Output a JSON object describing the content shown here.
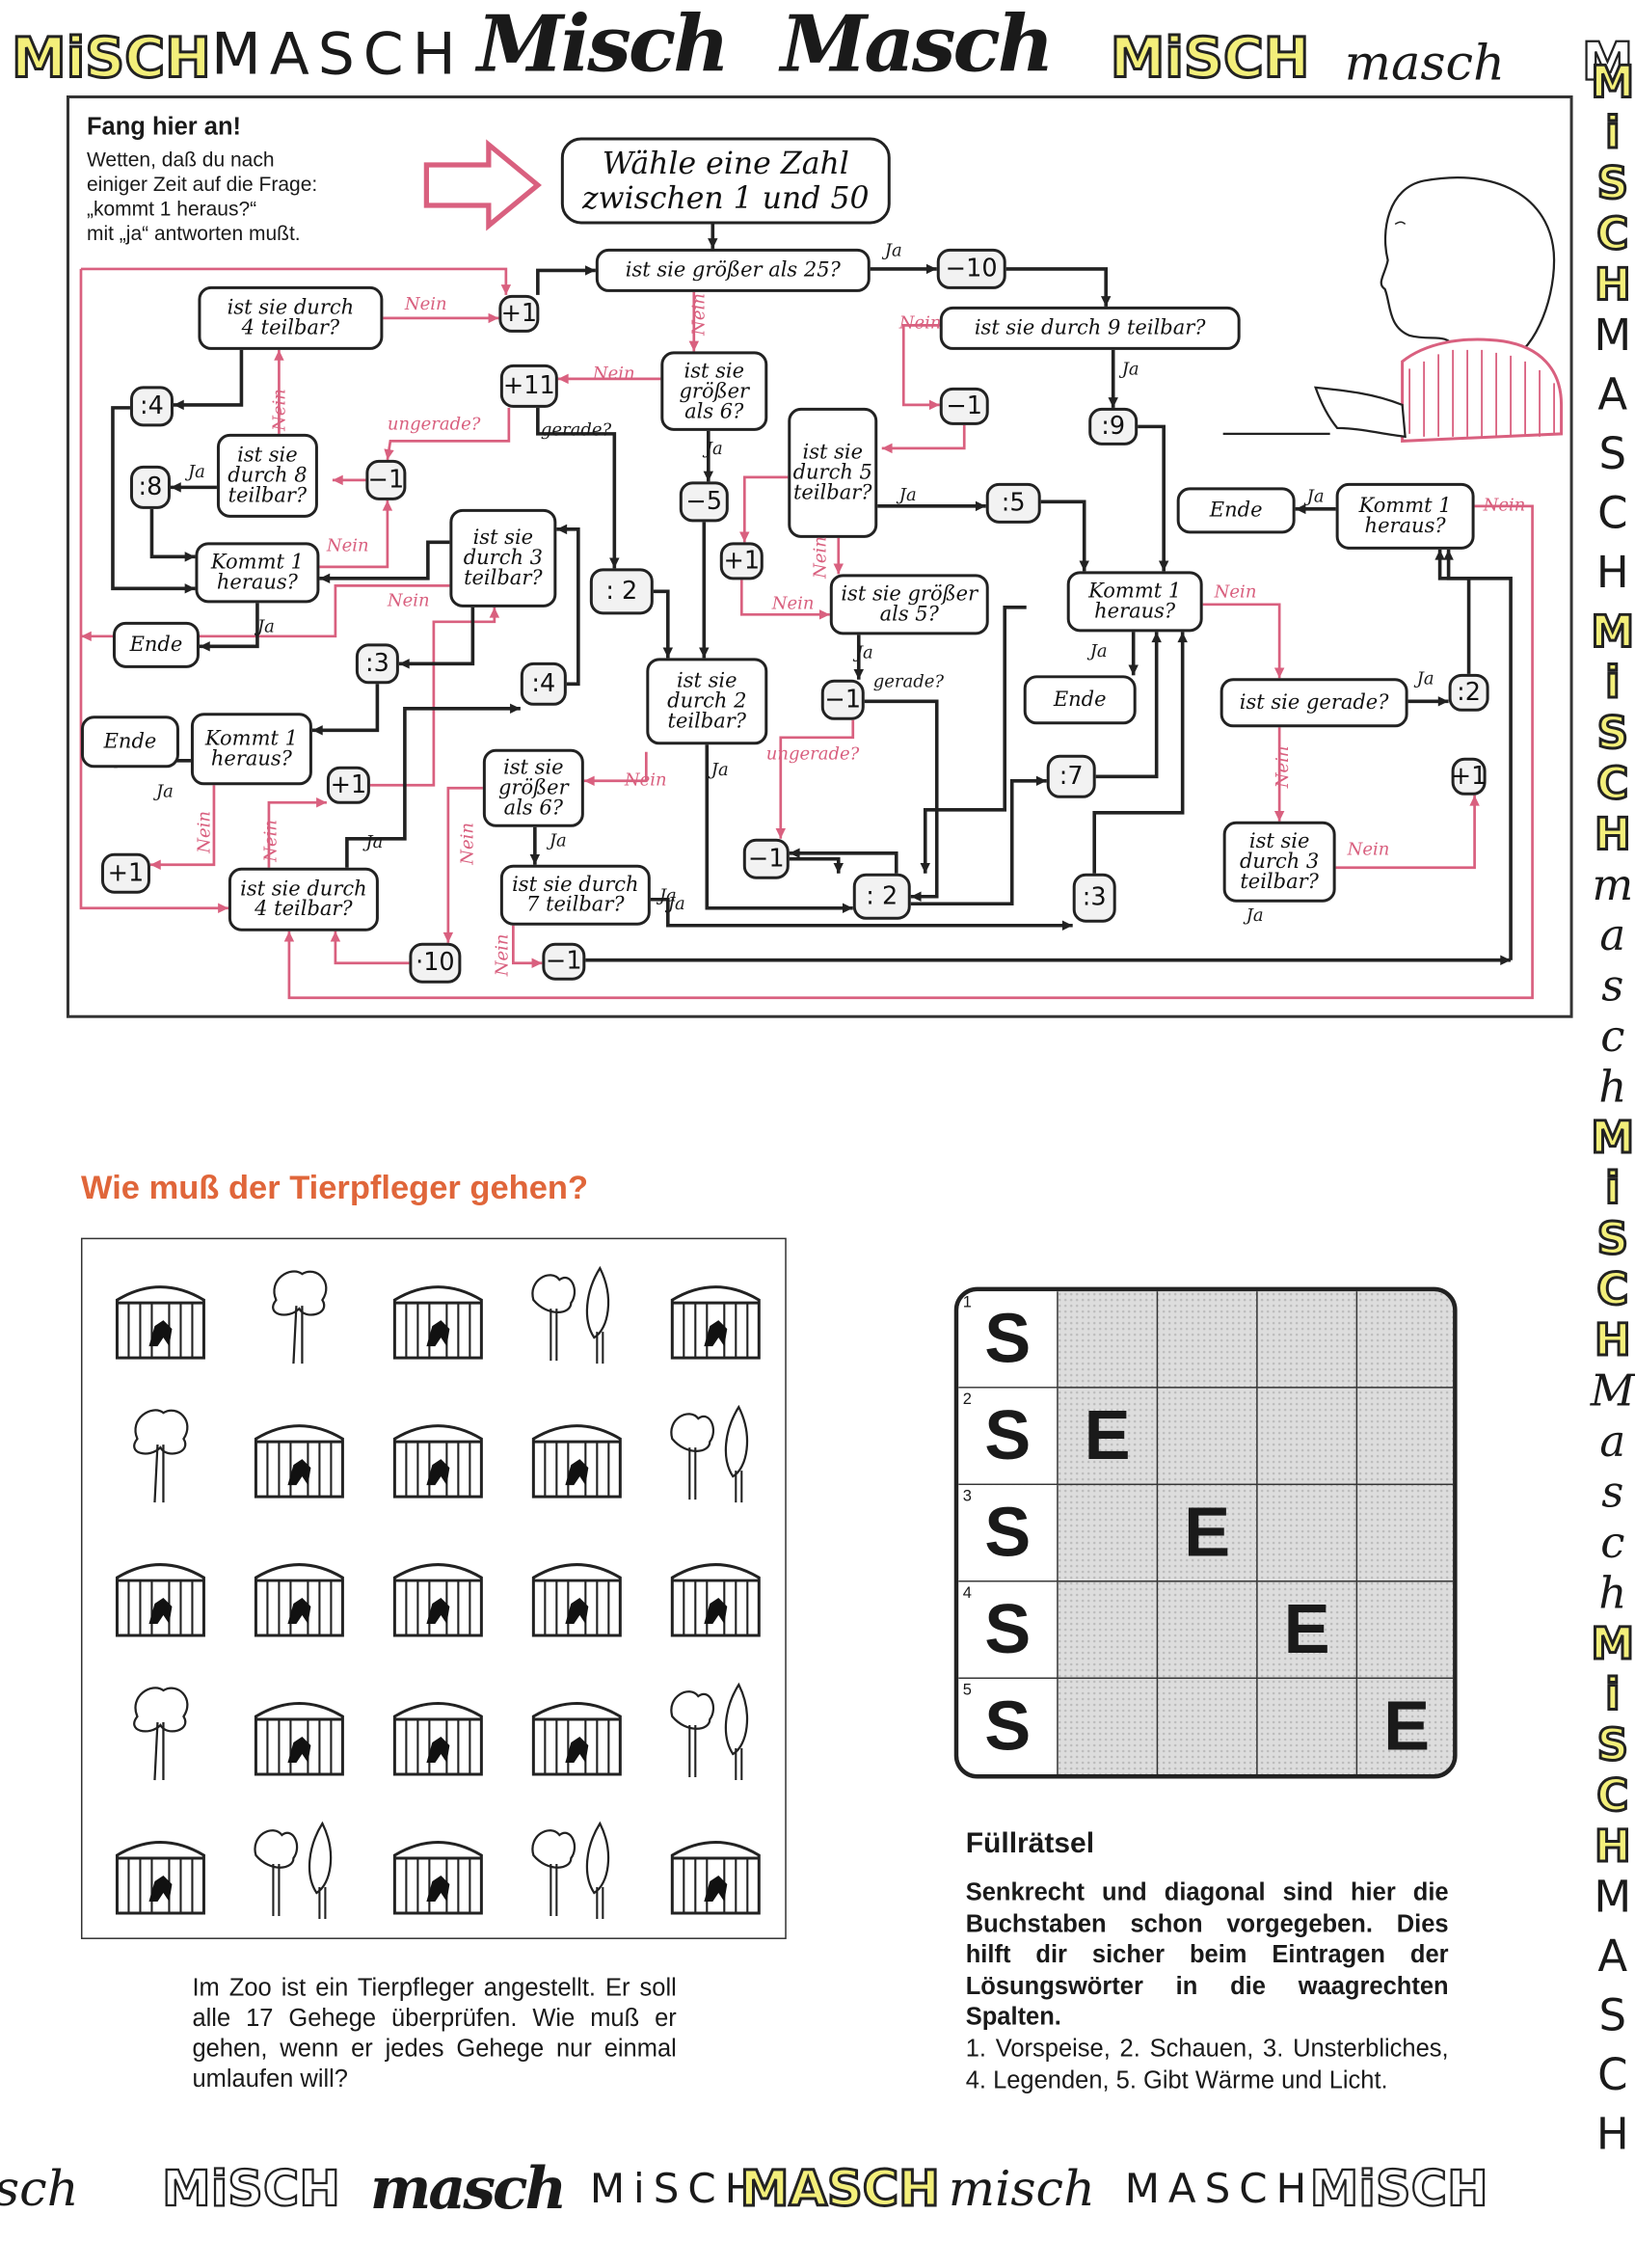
{
  "header_band": {
    "words": [
      "MiSCH",
      "MASCH",
      "Misch",
      "Masch",
      "MiSCH",
      "masch",
      "M"
    ]
  },
  "flowchart": {
    "intro_title": "Fang hier an!",
    "intro_text": "Wetten, daß du nach\neiniger Zeit auf die Frage:\n„kommt 1 heraus?“\nmit „ja“ antworten mußt.",
    "nodes": [
      "Wähle eine Zahl\nzwischen 1 und 50",
      "ist sie größer als 25?",
      "−10",
      "ist sie durch 9 teilbar?",
      "−1",
      ":9",
      "ist sie durch\n4 teilbar?",
      "+1",
      "+11",
      "ist sie\ngrößer\nals 6?",
      ":4",
      "ist sie\ndurch 8\nteilbar?",
      ":8",
      "−1",
      "ist sie\ndurch 5\nteilbar?",
      "−5",
      ":5",
      "Kommt 1\nheraus?",
      "ist sie\ndurch 3\nteilbar?",
      "+1",
      ": 2",
      "ist sie größer\nals 5?",
      "Kommt 1\nheraus?",
      "Ende",
      ":3",
      ":4",
      "ist sie\ndurch 2\nteilbar?",
      "−1",
      "Ende",
      "Ende",
      "Kommt 1\nheraus?",
      "+1",
      "ist sie\ngrößer\nals 6?",
      ":7",
      "Ende",
      "Kommt 1\nheraus?",
      "ist sie gerade?",
      ":2",
      "+1",
      "ist sie\ndurch 3\nteilbar?",
      ":3",
      "+1",
      "ist sie durch\n4 teilbar?",
      "ist sie durch\n7 teilbar?",
      "−1",
      ": 2",
      "·10",
      "−1"
    ],
    "edge_labels": [
      "Ja",
      "Nein",
      "Nein",
      "ungerade?",
      "gerade?",
      "Ja",
      "Nein",
      "Ja",
      "Ja",
      "Nein",
      "Nein",
      "Ja",
      "Ja",
      "Nein",
      "Ja",
      "gerade?",
      "ungerade?",
      "Nein",
      "Ja",
      "Ja",
      "Ja",
      "Ja",
      "Ja",
      "Nein",
      "Ja",
      "Ja",
      "Nein",
      "Ja",
      "Nein",
      "Ja",
      "Nein",
      "Nein",
      "Nein",
      "Nein",
      "Nein",
      "Nein",
      "Nein",
      "Nein",
      "Ja"
    ],
    "colors": {
      "line": "#222222",
      "no_path": "#d9607f"
    }
  },
  "zoo": {
    "title": "Wie muß der Tierpfleger gehen?",
    "title_color": "#e0663a",
    "cells": [
      [
        "cage",
        "tree",
        "cage",
        "trees",
        "cage"
      ],
      [
        "tree",
        "cage",
        "cage",
        "cage",
        "trees"
      ],
      [
        "cage",
        "cage",
        "cage",
        "cage",
        "cage"
      ],
      [
        "tree",
        "cage",
        "cage",
        "cage",
        "trees"
      ],
      [
        "cage",
        "trees",
        "cage",
        "trees",
        "cage"
      ]
    ],
    "caption": "Im Zoo ist ein Tierpfleger angestellt. Er soll alle 17 Gehege überprüfen. Wie muß er gehen, wenn er jedes Gehege nur einmal umlaufen will?"
  },
  "crossword": {
    "grid": [
      [
        "S",
        "",
        "",
        "",
        ""
      ],
      [
        "S",
        "E",
        "",
        "",
        ""
      ],
      [
        "S",
        "",
        "E",
        "",
        ""
      ],
      [
        "S",
        "",
        "",
        "E",
        ""
      ],
      [
        "S",
        "",
        "",
        "",
        "E"
      ]
    ],
    "row_numbers": [
      "1",
      "2",
      "3",
      "4",
      "5"
    ],
    "title": "Füllrätsel",
    "instructions": "Senkrecht und diagonal sind hier die Buchstaben schon vorgegeben. Dies hilft dir sicher beim Eintragen der Lösungswörter in die waagrechten Spalten.",
    "clues": "1. Vorspeise, 2. Schauen, 3. Unsterbliches, 4. Legenden, 5. Gibt Wärme und Licht."
  },
  "side_band": {
    "words": [
      "MiSCH",
      "MASCH",
      "MiSCH",
      "masch",
      "MiSCH",
      "Masch",
      "MiSCH",
      "MASCH"
    ]
  },
  "bottom_band": {
    "words": [
      "sch",
      "MiSCH",
      "masch",
      "MiSCH",
      "MASCH",
      "misch",
      "MASCH",
      "MiSCH"
    ]
  }
}
